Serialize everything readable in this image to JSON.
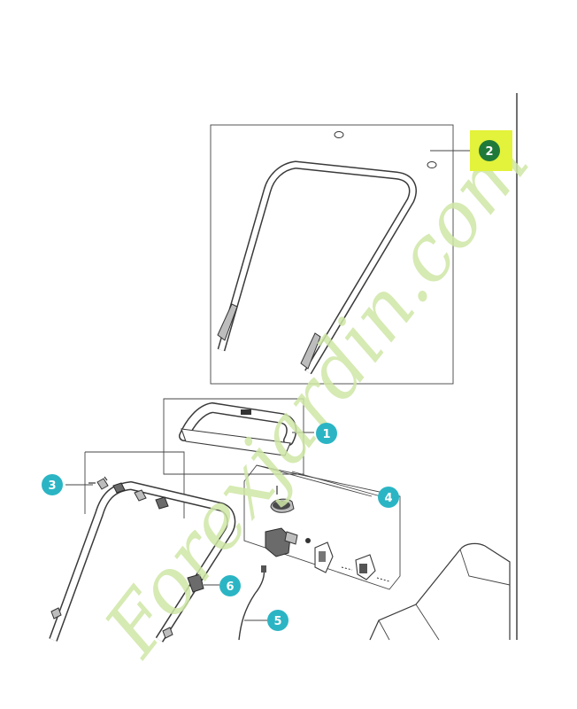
{
  "watermark": {
    "text": "Forexjardin.com",
    "color": "#cfe7a6",
    "accent_color": "#d2c7b4"
  },
  "callouts": [
    {
      "id": "callout-1",
      "label": "1",
      "color": "#2bb5c4"
    },
    {
      "id": "callout-2",
      "label": "2",
      "color": "#1f7a3a",
      "highlight": "#e3f23a"
    },
    {
      "id": "callout-3",
      "label": "3",
      "color": "#2bb5c4"
    },
    {
      "id": "callout-4",
      "label": "4",
      "color": "#2bb5c4"
    },
    {
      "id": "callout-5",
      "label": "5",
      "color": "#2bb5c4"
    },
    {
      "id": "callout-6",
      "label": "6",
      "color": "#2bb5c4"
    }
  ],
  "frame_color": "#4a4a4a"
}
